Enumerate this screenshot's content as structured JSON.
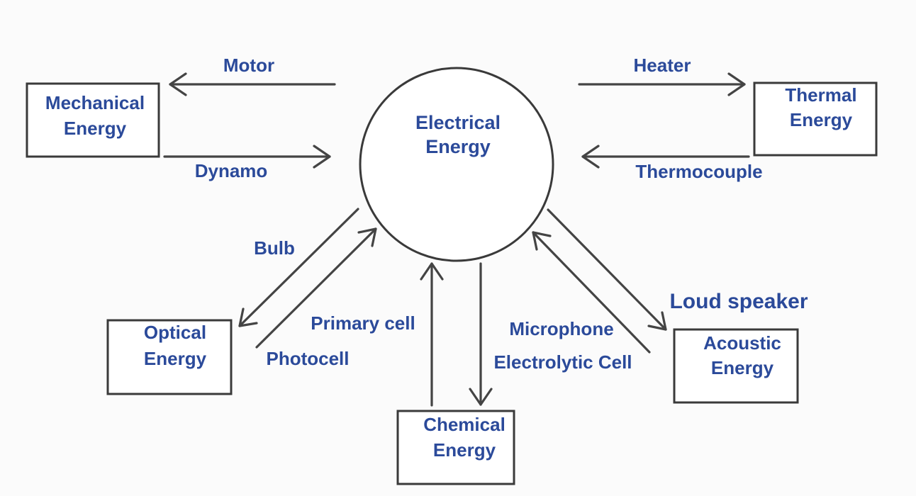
{
  "center": {
    "line1": "Electrical",
    "line2": "Energy"
  },
  "boxes": {
    "mechanical": {
      "line1": "Mechanical",
      "line2": "Energy"
    },
    "thermal": {
      "line1": "Thermal",
      "line2": "Energy"
    },
    "optical": {
      "line1": "Optical",
      "line2": "Energy"
    },
    "chemical": {
      "line1": "Chemical",
      "line2": "Energy"
    },
    "acoustic": {
      "line1": "Acoustic",
      "line2": "Energy"
    }
  },
  "devices": {
    "motor": "Motor",
    "dynamo": "Dynamo",
    "heater": "Heater",
    "thermocouple": "Thermocouple",
    "bulb": "Bulb",
    "photocell": "Photocell",
    "primary_cell": "Primary cell",
    "electrolytic_cell": "Electrolytic Cell",
    "microphone": "Microphone",
    "loud_speaker": "Loud speaker"
  },
  "colors": {
    "text": "#2b4a9a",
    "lines": "#3a3a3a",
    "background": "#fbfbfb"
  }
}
